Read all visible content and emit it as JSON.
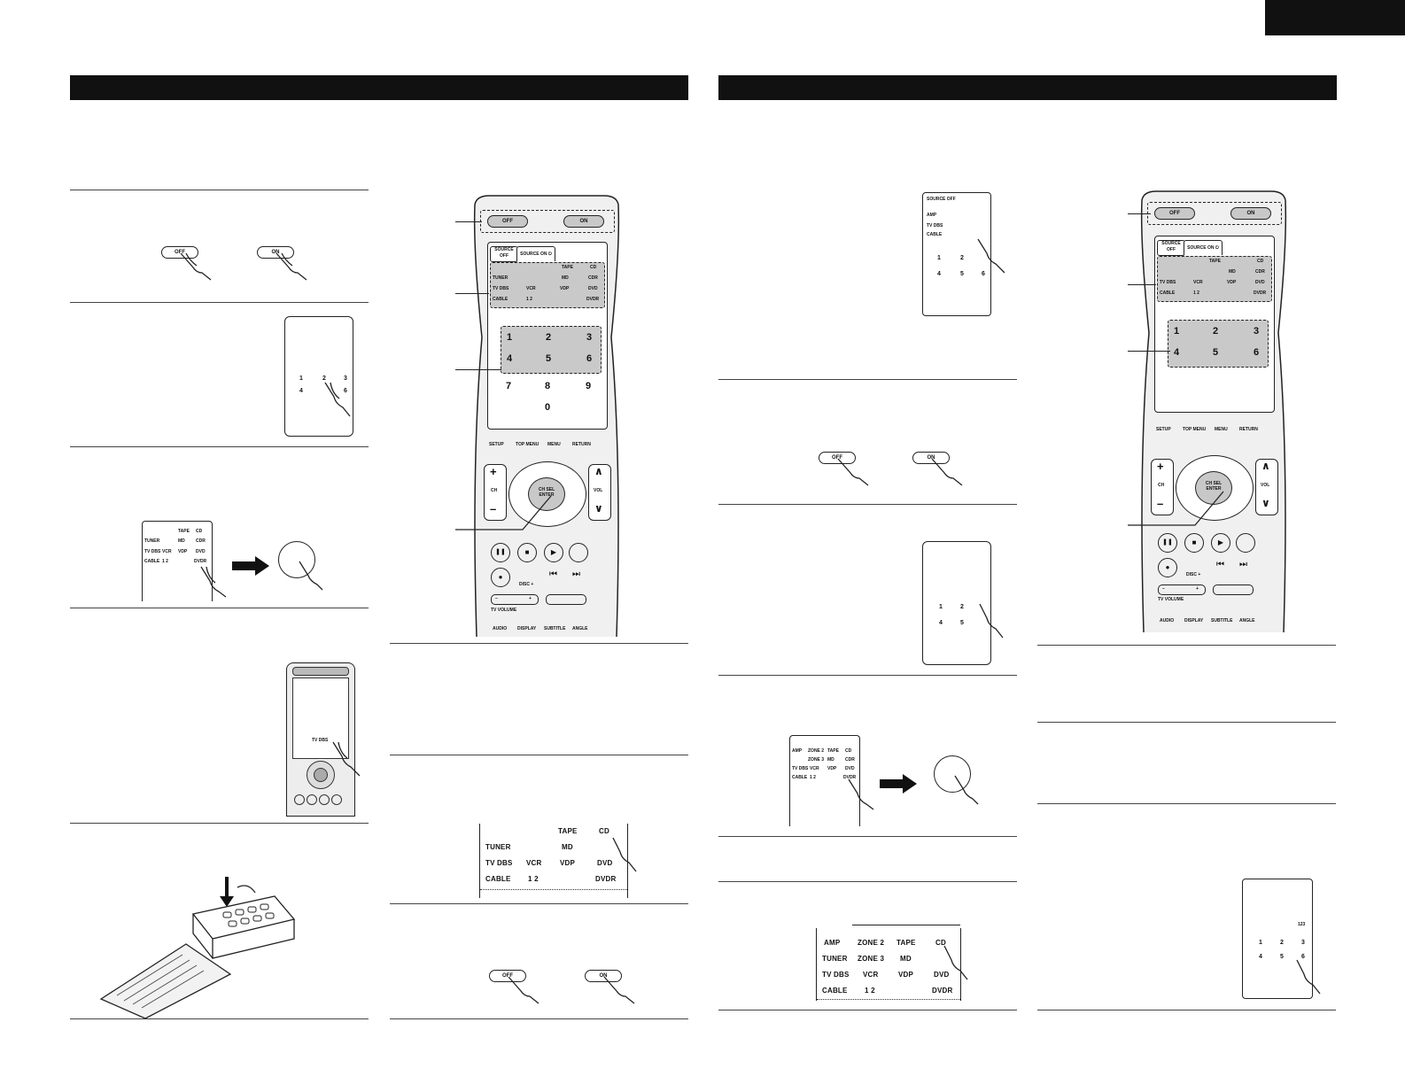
{
  "power": {
    "off": "OFF",
    "on": "ON"
  },
  "tabs": {
    "source_off": "SOURCE OFF",
    "source_on": "SOURCE ON"
  },
  "sources_a": {
    "row1": [
      "TAPE",
      "CD"
    ],
    "row2": [
      "TUNER",
      "MD",
      "CDR"
    ],
    "row3": [
      "TV DBS",
      "VCR",
      "VDP",
      "DVD"
    ],
    "row4": [
      "CABLE",
      "1 2",
      "DVDR"
    ]
  },
  "sources_b": {
    "row1": [
      "AMP",
      "ZONE 2",
      "TAPE",
      "CD"
    ],
    "row2": [
      "TUNER",
      "ZONE 3",
      "MD",
      "CDR"
    ],
    "row3": [
      "TV DBS",
      "VCR",
      "VDP",
      "DVD"
    ],
    "row4": [
      "CABLE",
      "1 2",
      "DVDR"
    ]
  },
  "digits": {
    "d1": "1",
    "d2": "2",
    "d3": "3",
    "d4": "4",
    "d5": "5",
    "d6": "6",
    "d7": "7",
    "d8": "8",
    "d9": "9",
    "d0": "0"
  },
  "menu_buttons": [
    "SETUP",
    "TOP MENU",
    "MENU",
    "RETURN"
  ],
  "bottom_buttons": [
    "AUDIO",
    "DISPLAY",
    "SUBTITLE",
    "ANGLE"
  ],
  "rocker": {
    "plus": "+",
    "minus": "–",
    "ch": "CH",
    "vol": "VOL",
    "up": "∧",
    "down": "∨"
  },
  "enter": {
    "ch_sel": "CH SEL",
    "enter": "ENTER"
  },
  "disc": "DISC +",
  "tv_volume": {
    "label": "TV VOLUME",
    "minus": "–",
    "plus": "+"
  },
  "icons": {
    "power": "⏻",
    "pause": "❚❚",
    "stop": "■",
    "play": "▶",
    "record": "●",
    "prev": "⏮",
    "next": "⏭"
  },
  "misc": {
    "tv_code": "123",
    "mini_label": "TV DBS"
  }
}
